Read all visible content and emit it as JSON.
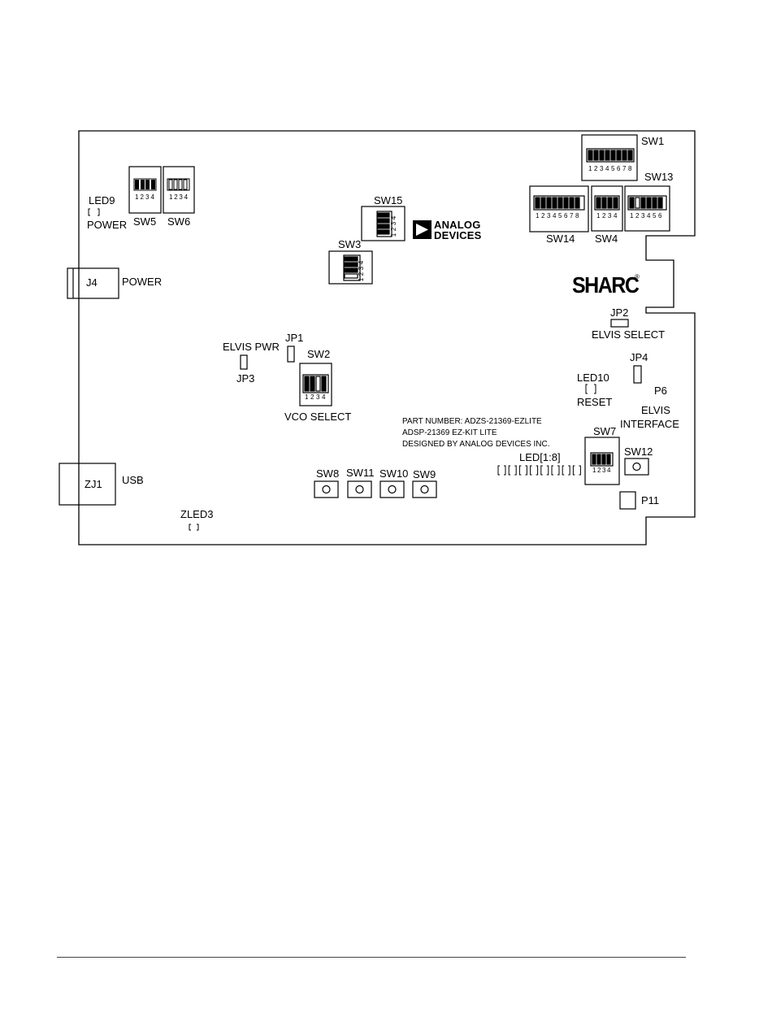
{
  "labels": {
    "led9": "LED9",
    "power_led": "POWER",
    "sw5": "SW5",
    "sw6": "SW6",
    "j4": "J4",
    "power": "POWER",
    "sw15": "SW15",
    "sw3": "SW3",
    "sw1": "SW1",
    "sw13": "SW13",
    "sw14": "SW14",
    "sw4": "SW4",
    "jp2": "JP2",
    "elvis_select": "ELVIS SELECT",
    "jp1": "JP1",
    "elvis_pwr": "ELVIS PWR",
    "jp3": "JP3",
    "sw2": "SW2",
    "vco_select": "VCO SELECT",
    "jp4": "JP4",
    "led10": "LED10",
    "reset": "RESET",
    "p6": "P6",
    "elvis": "ELVIS",
    "interface": "INTERFACE",
    "sw7": "SW7",
    "sw12": "SW12",
    "p11": "P11",
    "led_bank": "LED[1:8]",
    "zj1": "ZJ1",
    "usb": "USB",
    "zled3": "ZLED3",
    "sw8": "SW8",
    "sw11": "SW11",
    "sw10": "SW10",
    "sw9": "SW9"
  },
  "part_note": [
    "PART NUMBER: ADZS-21369-EZLITE",
    "ADSP-21369 EZ-KIT LITE",
    "DESIGNED BY ANALOG DEVICES INC."
  ],
  "logos": {
    "analog_line1": "ANALOG",
    "analog_line2": "DEVICES",
    "sharc": "SHARC",
    "registered": "®"
  },
  "dip_numbers": {
    "four": [
      "1",
      "2",
      "3",
      "4"
    ],
    "six": [
      "1",
      "2",
      "3",
      "4",
      "5",
      "6"
    ],
    "eight": [
      "1",
      "2",
      "3",
      "4",
      "5",
      "6",
      "7",
      "8"
    ]
  },
  "led_bank_count": 8
}
